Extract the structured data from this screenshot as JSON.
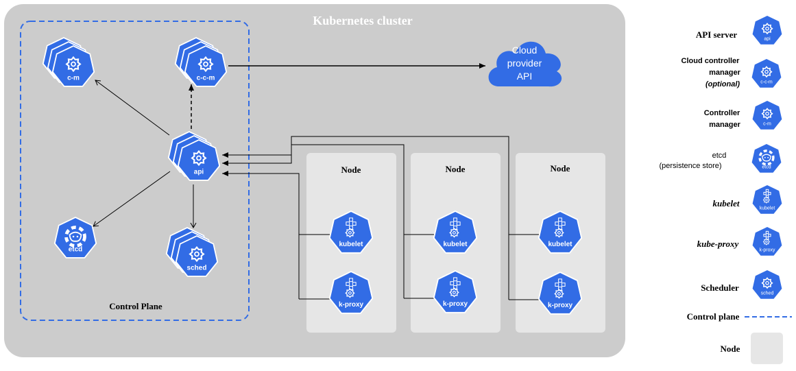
{
  "cluster": {
    "title": "Kubernetes cluster"
  },
  "control_plane": {
    "label": "Control Plane",
    "components": {
      "cm": "c-m",
      "ccm": "c-c-m",
      "api": "api",
      "etcd": "etcd",
      "sched": "sched"
    }
  },
  "cloud": {
    "line1": "Cloud",
    "line2": "provider",
    "line3": "API"
  },
  "nodes": [
    {
      "title": "Node",
      "kubelet": "kubelet",
      "kproxy": "k-proxy"
    },
    {
      "title": "Node",
      "kubelet": "kubelet",
      "kproxy": "k-proxy"
    },
    {
      "title": "Node",
      "kubelet": "kubelet",
      "kproxy": "k-proxy"
    }
  ],
  "legend": {
    "api_server": {
      "label": "API server",
      "icon": "api"
    },
    "ccm": {
      "line1": "Cloud controller",
      "line2": "manager",
      "line3": "(optional)",
      "icon": "c-c-m"
    },
    "cm": {
      "line1": "Controller",
      "line2": "manager",
      "icon": "c-m"
    },
    "etcd": {
      "line1": "etcd",
      "line2": "(persistence store)",
      "icon": "etcd"
    },
    "kubelet": {
      "label": "kubelet",
      "icon": "kubelet"
    },
    "kproxy": {
      "label": "kube-proxy",
      "icon": "k-proxy"
    },
    "scheduler": {
      "label": "Scheduler",
      "icon": "sched"
    },
    "control_plane": {
      "label": "Control plane"
    },
    "node": {
      "label": "Node"
    }
  },
  "colors": {
    "k8s_blue": "#326ce5",
    "cluster_bg": "#cccccc",
    "node_bg": "#e6e6e6",
    "dashed": "#326ce5",
    "line": "#000000"
  }
}
